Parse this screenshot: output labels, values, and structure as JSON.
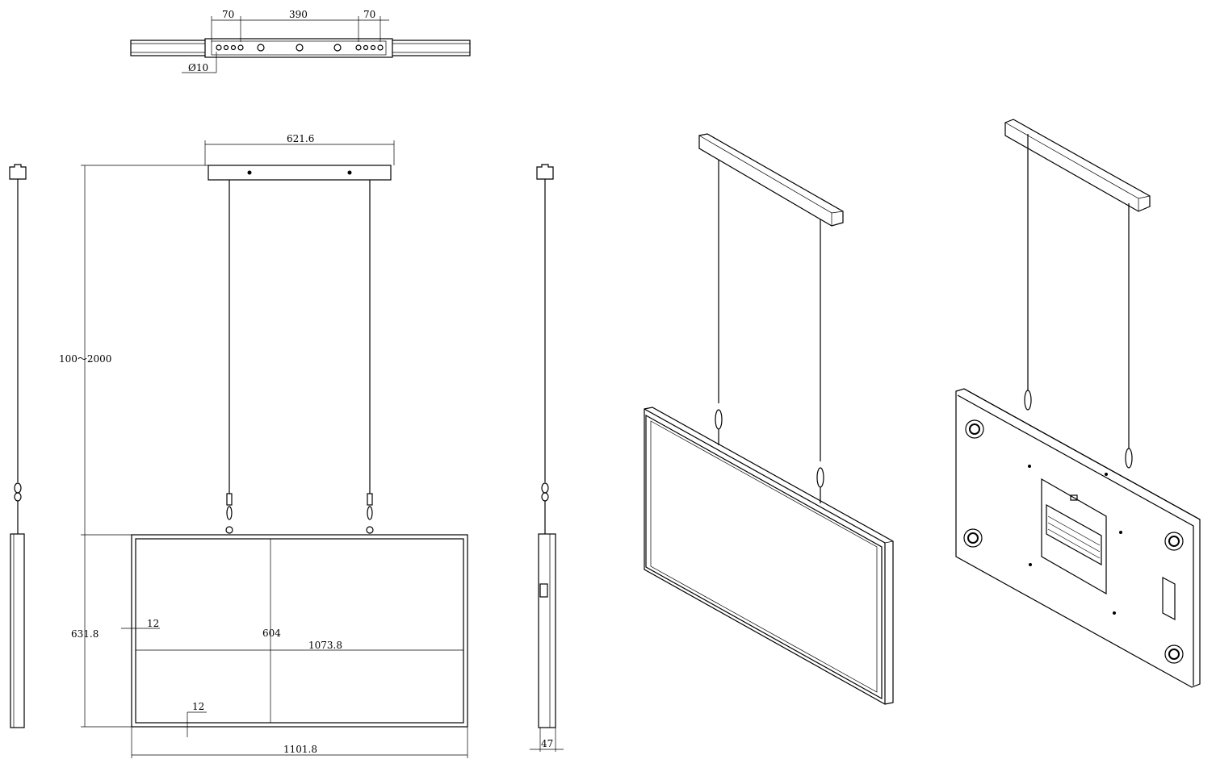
{
  "dimensions": {
    "bracket_left_hole": "70",
    "bracket_center": "390",
    "bracket_right_hole": "70",
    "hole_diameter": "Ø10",
    "bracket_width": "621.6",
    "hang_range": "100～2000",
    "panel_height": "631.8",
    "bezel_side": "12",
    "screen_height": "604",
    "screen_width": "1073.8",
    "bezel_bottom": "12",
    "panel_width": "1101.8",
    "panel_depth": "47"
  },
  "colors": {
    "line": "#000000",
    "background": "#ffffff"
  }
}
